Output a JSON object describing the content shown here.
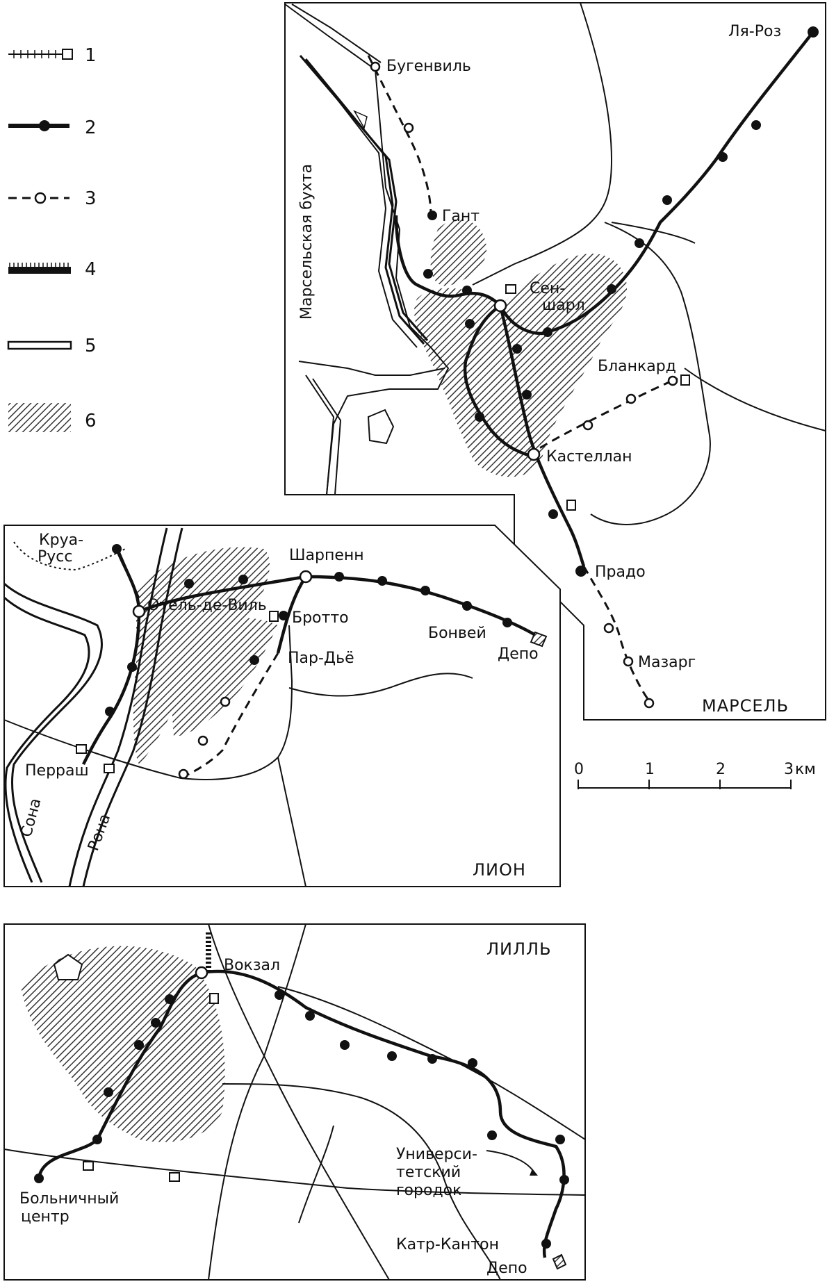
{
  "legend": [
    {
      "num": "1"
    },
    {
      "num": "2"
    },
    {
      "num": "3"
    },
    {
      "num": "4"
    },
    {
      "num": "5"
    },
    {
      "num": "6"
    }
  ],
  "marseille": {
    "title": "МАРСЕЛЬ",
    "bay": "Марсельская бухта",
    "stations": {
      "la_rose": "Ля-Роз",
      "bougainville": "Бугенвиль",
      "gant": "Гант",
      "saint_charles_1": "Сен-",
      "saint_charles_2": "шарл",
      "blancarde": "Бланкард",
      "castellane": "Кастеллан",
      "prado": "Прадо",
      "mazargues": "Мазарг"
    }
  },
  "scale": {
    "ticks": [
      "0",
      "1",
      "2",
      "3"
    ],
    "unit": "км"
  },
  "lyon": {
    "title": "ЛИОН",
    "stations": {
      "croix_rousse_1": "Круа-",
      "croix_rousse_2": "Русс",
      "hotel_de_ville": "Отель-де-Виль",
      "charpennes": "Шарпенн",
      "brotteaux": "Бротто",
      "part_dieu": "Пар-Дьё",
      "bonnevay": "Бонвей",
      "depot": "Депо",
      "perrache": "Перраш"
    },
    "rivers": {
      "saone": "Сона",
      "rhone": "Рона"
    }
  },
  "lille": {
    "title": "ЛИЛЛЬ",
    "stations": {
      "gare": "Вокзал",
      "hospital_1": "Больничный",
      "hospital_2": "центр",
      "university_1": "Универси-",
      "university_2": "тетский",
      "university_3": "городок",
      "quatre_cantons": "Катр-Кантон",
      "depot": "Депо"
    }
  }
}
